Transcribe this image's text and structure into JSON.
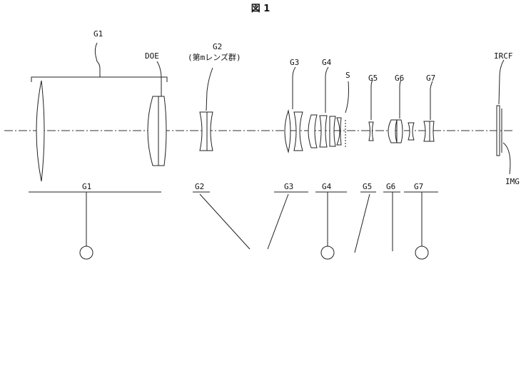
{
  "figure": {
    "title": "図 1",
    "top_labels": {
      "g1": "G1",
      "doe": "DOE",
      "g2": "G2",
      "g2_sub": "(第mレンズ群)",
      "g3": "G3",
      "g4": "G4",
      "s": "S",
      "g5": "G5",
      "g6": "G6",
      "g7": "G7",
      "ircf": "IRCF",
      "img": "IMG"
    },
    "bottom_labels": {
      "g1": "G1",
      "g2": "G2",
      "g3": "G3",
      "g4": "G4",
      "g5": "G5",
      "g6": "G6",
      "g7": "G7"
    }
  }
}
